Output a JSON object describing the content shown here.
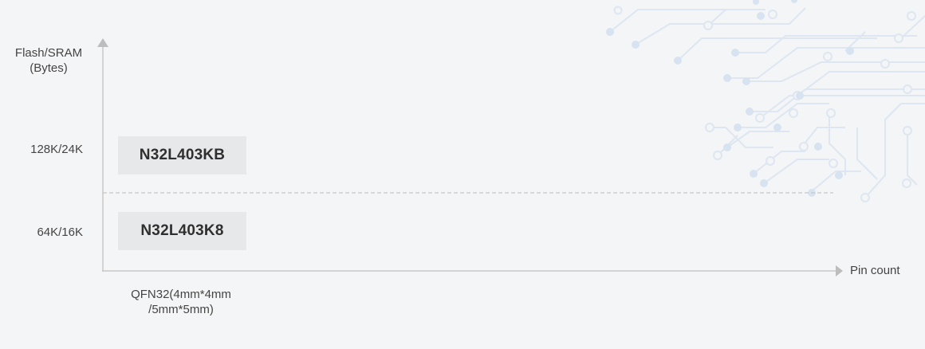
{
  "y_axis": {
    "title_line1": "Flash/SRAM",
    "title_line2": "(Bytes)",
    "ticks": [
      "128K/24K",
      "64K/16K"
    ]
  },
  "x_axis": {
    "label": "Pin count",
    "ticks": [
      {
        "line1": "QFN32(4mm*4mm",
        "line2": "/5mm*5mm)"
      }
    ]
  },
  "chips": [
    {
      "name": "N32L403KB",
      "memory": "128K/24K",
      "package": "QFN32"
    },
    {
      "name": "N32L403K8",
      "memory": "64K/16K",
      "package": "QFN32"
    }
  ],
  "colors": {
    "background": "#f4f5f7",
    "chip_box": "#e7e8ea",
    "axis": "#c8c8c8",
    "circuit": "#d7e3f0"
  }
}
